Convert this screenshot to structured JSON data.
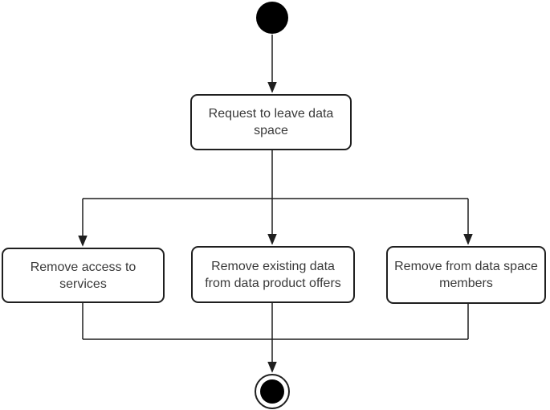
{
  "canvas": {
    "background_color": "#ffffff",
    "line_color": "#1f1f1f",
    "text_color": "#3a3a3a",
    "node_fill_color": "#ffffff"
  },
  "diagram": {
    "type": "uml-activity-diagram",
    "nodes": {
      "start": {
        "kind": "initial-node"
      },
      "request_leave": {
        "label": "Request to leave data\nspace"
      },
      "remove_access": {
        "label": "Remove access to\nservices"
      },
      "remove_offers": {
        "label": "Remove existing data\nfrom data product offers"
      },
      "remove_members": {
        "label": "Remove from data space\nmembers"
      },
      "end": {
        "kind": "activity-final-node"
      }
    },
    "edges": [
      {
        "from": "start",
        "to": "request_leave"
      },
      {
        "from": "request_leave",
        "to": "fork"
      },
      {
        "from": "fork",
        "to": "remove_access"
      },
      {
        "from": "fork",
        "to": "remove_offers"
      },
      {
        "from": "fork",
        "to": "remove_members"
      },
      {
        "from": "remove_access",
        "to": "join"
      },
      {
        "from": "remove_offers",
        "to": "join"
      },
      {
        "from": "remove_members",
        "to": "join"
      },
      {
        "from": "join",
        "to": "end"
      }
    ]
  }
}
